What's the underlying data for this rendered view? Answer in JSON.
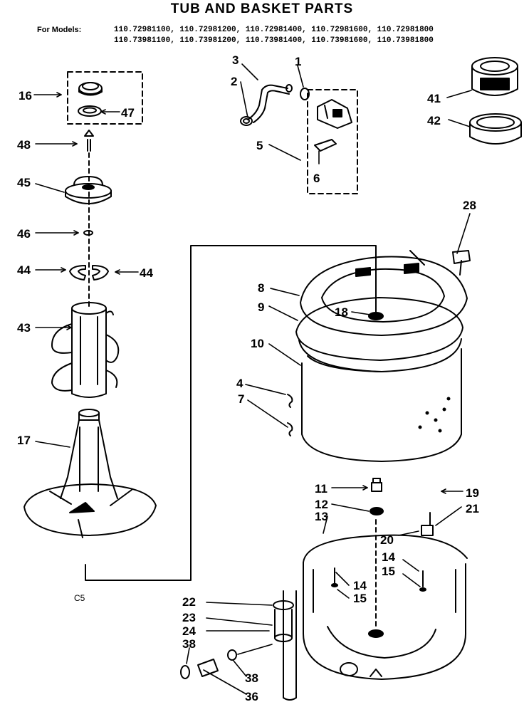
{
  "title": "TUB AND BASKET PARTS",
  "models_label": "For Models:",
  "models_lines": [
    "110.72981100, 110.72981200, 110.72981400, 110.72981600, 110.72981800",
    "110.73981100, 110.73981200, 110.73981400, 110.73981600, 110.73981800"
  ],
  "figure_code": "C5",
  "part_numbers": {
    "p1": "1",
    "p2": "2",
    "p3": "3",
    "p4": "4",
    "p5": "5",
    "p6": "6",
    "p7": "7",
    "p8": "8",
    "p9": "9",
    "p10": "10",
    "p11": "11",
    "p12": "12",
    "p13": "13",
    "p14a": "14",
    "p14b": "14",
    "p15a": "15",
    "p15b": "15",
    "p16": "16",
    "p17": "17",
    "p18": "18",
    "p19": "19",
    "p20": "20",
    "p21": "21",
    "p22": "22",
    "p23": "23",
    "p24": "24",
    "p28": "28",
    "p36": "36",
    "p38a": "38",
    "p38b": "38",
    "p41": "41",
    "p42": "42",
    "p43": "43",
    "p44a": "44",
    "p44b": "44",
    "p45": "45",
    "p46": "46",
    "p47": "47",
    "p48": "48"
  }
}
